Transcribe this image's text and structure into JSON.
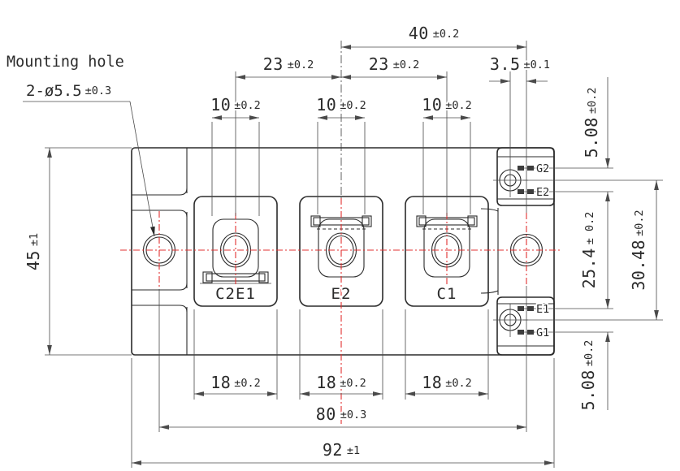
{
  "note": {
    "line1": "Mounting hole",
    "spec": "2-ø5.5",
    "spec_tol": "±0.3"
  },
  "dims": {
    "top40": {
      "value": "40",
      "tol": "±0.2"
    },
    "left23": {
      "value": "23",
      "tol": "±0.2"
    },
    "right23": {
      "value": "23",
      "tol": "±0.2"
    },
    "pitch35": {
      "value": "3.5",
      "tol": "±0.1"
    },
    "w10a": {
      "value": "10",
      "tol": "±0.2"
    },
    "w10b": {
      "value": "10",
      "tol": "±0.2"
    },
    "w10c": {
      "value": "10",
      "tol": "±0.2"
    },
    "h45": {
      "value": "45",
      "tol": "±1"
    },
    "w18a": {
      "value": "18",
      "tol": "±0.2"
    },
    "w18b": {
      "value": "18",
      "tol": "±0.2"
    },
    "w18c": {
      "value": "18",
      "tol": "±0.2"
    },
    "w80": {
      "value": "80",
      "tol": "±0.3"
    },
    "w92": {
      "value": "92",
      "tol": "±1"
    },
    "h508top": {
      "value": "5.08",
      "tol": "±0.2"
    },
    "h254": {
      "value": "25.4",
      "tol": "± 0.2"
    },
    "h3048": {
      "value": "30.48",
      "tol": "±0.2"
    },
    "h508bot": {
      "value": "5.08",
      "tol": "±0.2"
    }
  },
  "terminals": {
    "main": [
      "C2E1",
      "E2",
      "C1"
    ],
    "gate_top": [
      "G2",
      "E2"
    ],
    "gate_bottom": [
      "E1",
      "G1"
    ]
  },
  "colors": {
    "line": "#2b2b2b",
    "dimension": "#4a4a4a",
    "centerline": "#e23030"
  }
}
